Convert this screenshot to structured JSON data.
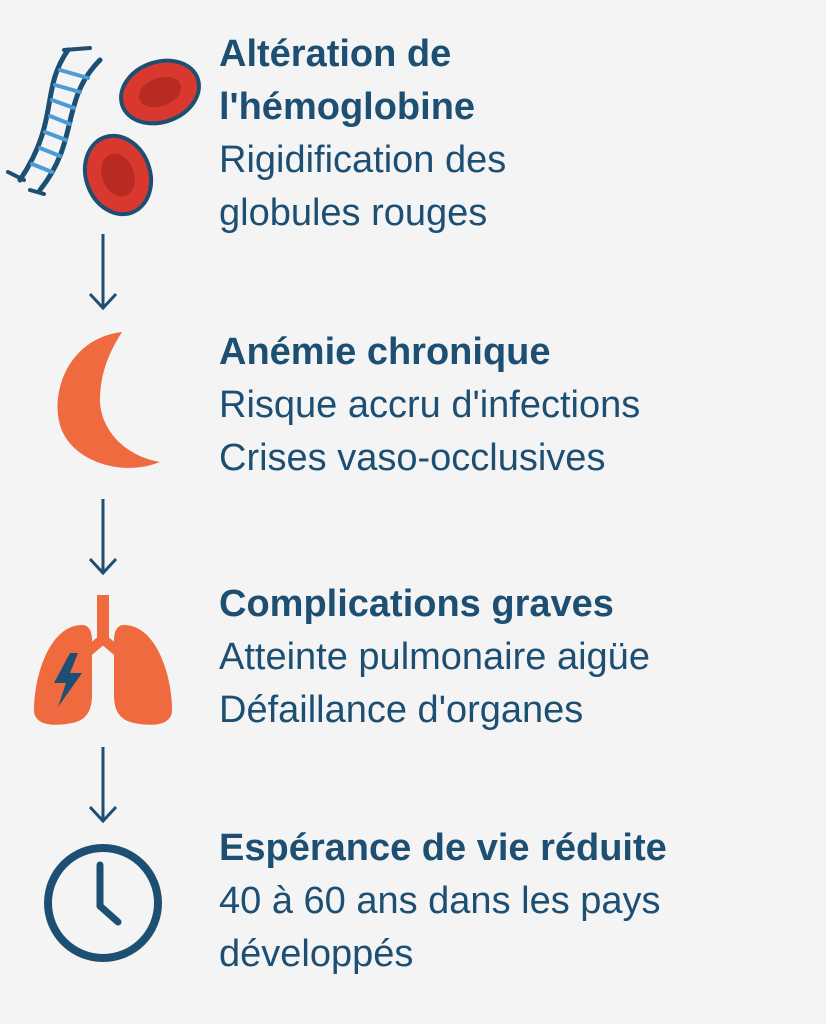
{
  "colors": {
    "text": "#1d4f73",
    "accent_orange": "#ef6a3f",
    "blood_red": "#d9382e",
    "dna_blue": "#4a9bd6",
    "background": "#f4f4f5"
  },
  "steps": [
    {
      "icon": "dna-and-red-blood-cells",
      "title_lines": [
        "Altération de",
        "l'hémoglobine"
      ],
      "lines": [
        "Rigidification des",
        "globules rouges"
      ]
    },
    {
      "icon": "sickle-cell-crescent",
      "title_lines": [
        "Anémie chronique"
      ],
      "lines": [
        "Risque accru d'infections",
        "Crises vaso-occlusives"
      ]
    },
    {
      "icon": "lungs-lightning",
      "title_lines": [
        "Complications graves"
      ],
      "lines": [
        "Atteinte pulmonaire aigüe",
        "Défaillance d'organes"
      ]
    },
    {
      "icon": "clock",
      "title_lines": [
        "Espérance de vie réduite"
      ],
      "lines": [
        "40 à 60 ans dans les pays",
        "développés"
      ]
    }
  ]
}
